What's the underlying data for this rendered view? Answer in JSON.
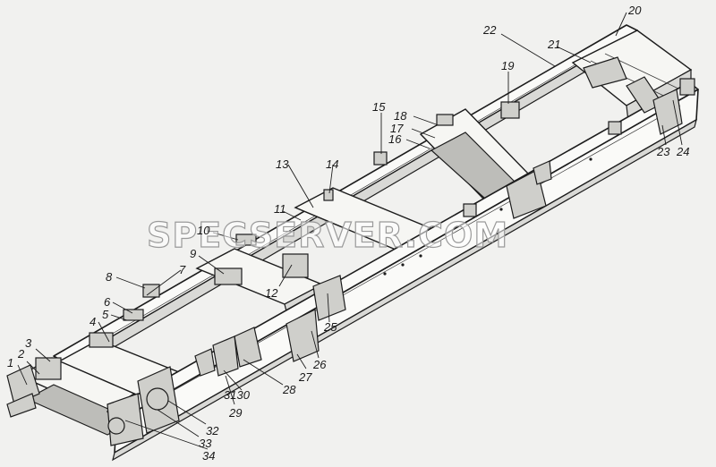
{
  "figure": {
    "watermark": "SPECSERVER.COM",
    "callouts": [
      {
        "id": "1",
        "text": "1"
      },
      {
        "id": "2",
        "text": "2"
      },
      {
        "id": "3",
        "text": "3"
      },
      {
        "id": "4",
        "text": "4"
      },
      {
        "id": "5",
        "text": "5"
      },
      {
        "id": "6",
        "text": "6"
      },
      {
        "id": "7",
        "text": "7"
      },
      {
        "id": "8",
        "text": "8"
      },
      {
        "id": "9",
        "text": "9"
      },
      {
        "id": "10",
        "text": "10"
      },
      {
        "id": "11",
        "text": "11"
      },
      {
        "id": "12",
        "text": "12"
      },
      {
        "id": "13",
        "text": "13"
      },
      {
        "id": "14",
        "text": "14"
      },
      {
        "id": "15",
        "text": "15"
      },
      {
        "id": "16",
        "text": "16"
      },
      {
        "id": "17",
        "text": "17"
      },
      {
        "id": "18",
        "text": "18"
      },
      {
        "id": "19",
        "text": "19"
      },
      {
        "id": "20",
        "text": "20"
      },
      {
        "id": "21",
        "text": "21"
      },
      {
        "id": "22",
        "text": "22"
      },
      {
        "id": "23",
        "text": "23"
      },
      {
        "id": "24",
        "text": "24"
      },
      {
        "id": "25",
        "text": "25"
      },
      {
        "id": "26",
        "text": "26"
      },
      {
        "id": "27",
        "text": "27"
      },
      {
        "id": "28",
        "text": "28"
      },
      {
        "id": "29",
        "text": "29"
      },
      {
        "id": "3130",
        "text": "3130"
      },
      {
        "id": "32",
        "text": "32"
      },
      {
        "id": "33",
        "text": "33"
      },
      {
        "id": "34",
        "text": "34"
      }
    ]
  }
}
